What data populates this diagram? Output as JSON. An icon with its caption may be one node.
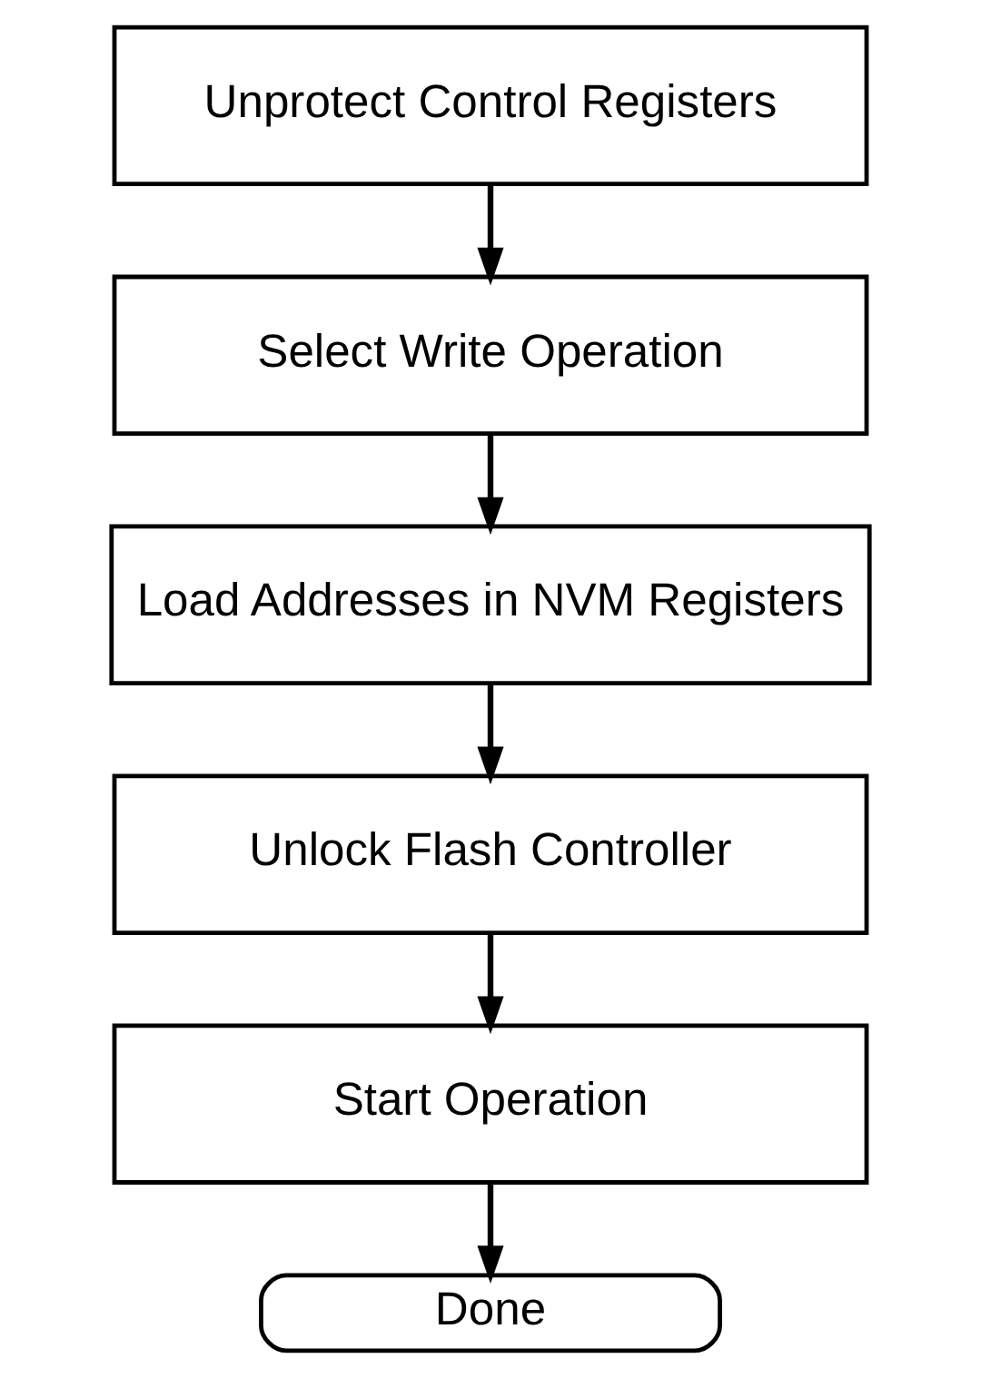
{
  "diagram": {
    "nodes": [
      {
        "text": [
          "Unprotect Control Registers"
        ]
      },
      {
        "text": [
          "Select Write Operation"
        ]
      },
      {
        "text": [
          "Load Addresses in NVM Registers"
        ]
      },
      {
        "text": [
          "Unlock Flash Controller"
        ]
      },
      {
        "text": [
          "Start Operation"
        ]
      },
      {
        "text": [
          "Done"
        ]
      }
    ],
    "edges": [
      {
        "from": 0,
        "to": 1,
        "arrow": "to"
      },
      {
        "from": 1,
        "to": 2,
        "arrow": "to"
      },
      {
        "from": 2,
        "to": 3,
        "arrow": "to"
      },
      {
        "from": 3,
        "to": 4,
        "arrow": "to"
      },
      {
        "from": 4,
        "to": 5,
        "arrow": "to"
      }
    ]
  }
}
